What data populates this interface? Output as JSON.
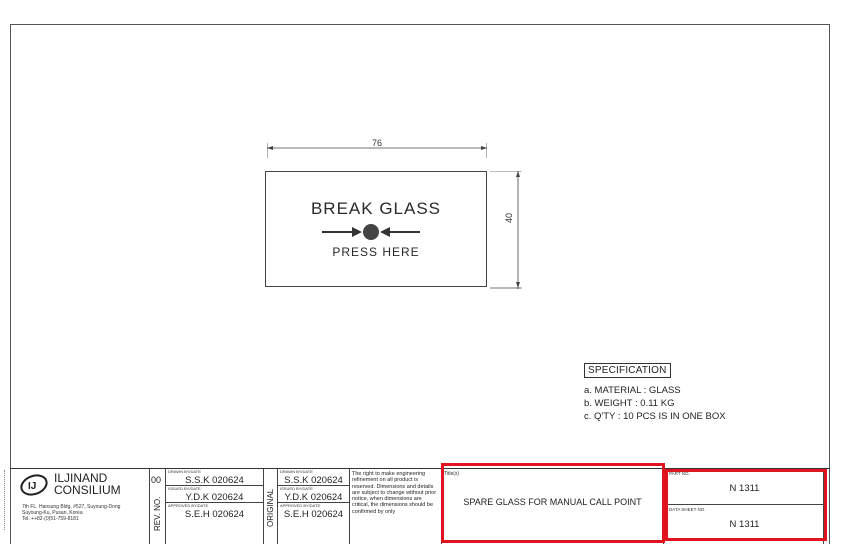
{
  "drawing": {
    "title": "BREAK GLASS",
    "subtitle": "PRESS HERE",
    "width_dim": "76",
    "height_dim": "40"
  },
  "specification": {
    "heading": "SPECIFICATION",
    "lines": [
      "a. MATERIAL : GLASS",
      "b. WEIGHT : 0.11 KG",
      "c. Q'TY : 10 PCS IS IN ONE BOX"
    ]
  },
  "title_block": {
    "company": {
      "name_line1": "ILJINAND",
      "name_line2": "CONSILIUM",
      "address": [
        "7th FL. Hansung Bldg, #527, Suyoung-Dong",
        "Suyoung-Ku, Pusan, Korea",
        "Tel. ++82-(0)51-759-8181"
      ]
    },
    "revision": {
      "number": "00",
      "label": "REV. NO."
    },
    "rev_signatures": [
      {
        "caption": "DRAWN BY/DATE",
        "value": "S.S.K  020624"
      },
      {
        "caption": "ISSUED BY/DATE",
        "value": "Y.D.K  020624"
      },
      {
        "caption": "APPROVED BY/DATE",
        "value": "S.E.H  020624"
      }
    ],
    "original_label": "ORIGINAL",
    "orig_signatures": [
      {
        "caption": "DRAWN BY/DATE",
        "value": "S.S.K  020624"
      },
      {
        "caption": "ISSUED BY/DATE",
        "value": "Y.D.K  020624"
      },
      {
        "caption": "APPROVED BY/DATE",
        "value": "S.E.H  020624"
      }
    ],
    "notice": "The right to make engineering refinement on all product is reserved. Dimensions and details are subject to change without prior notice, when dimensions are critical, the dimensions should be confirmed by only",
    "title_caption": "Title(s)",
    "title": "SPARE GLASS FOR MANUAL CALL POINT",
    "part_no_caption": "PART NO.",
    "part_no": "N 1311",
    "datasheet_caption": "DATA SHEET NO.",
    "datasheet_no": "N 1311"
  },
  "highlight_color": "#e0141e"
}
